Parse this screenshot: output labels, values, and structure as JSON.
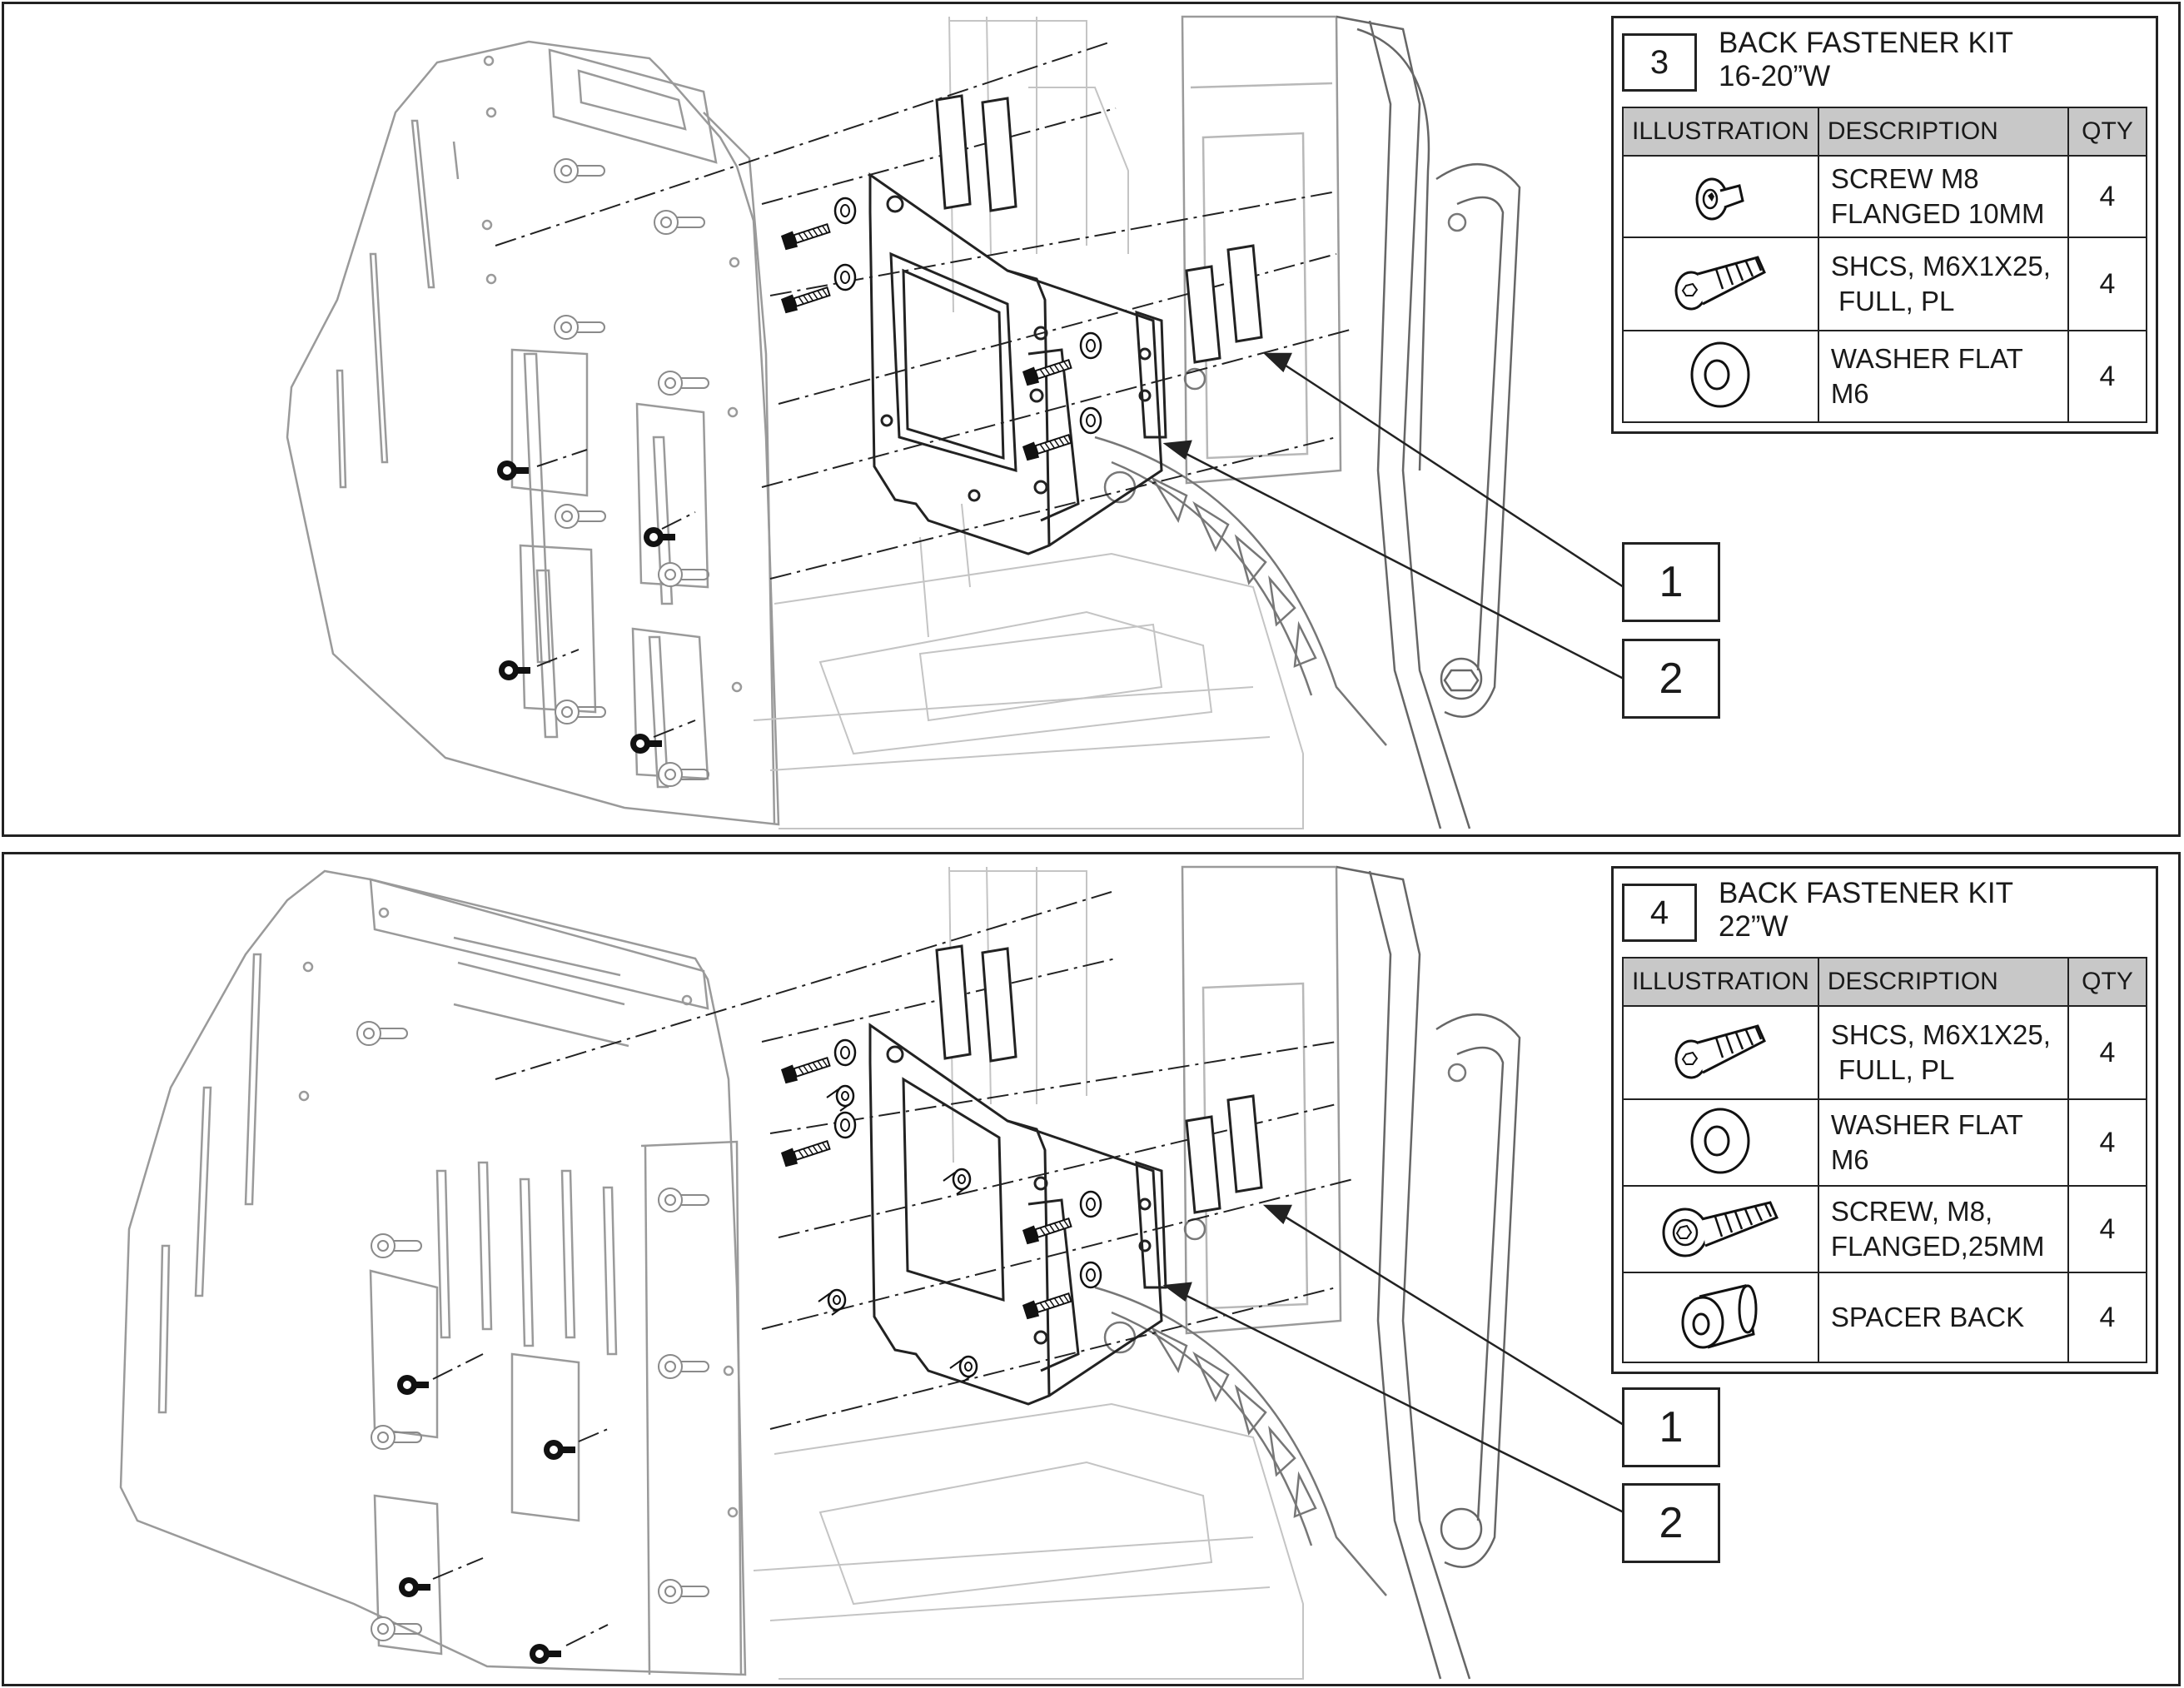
{
  "kits": [
    {
      "number": "3",
      "title_line1": "BACK FASTENER KIT",
      "title_line2": "16-20”W",
      "headers": {
        "illustration": "ILLUSTRATION",
        "description": "DESCRIPTION",
        "qty": "QTY"
      },
      "items": [
        {
          "icon": "flanged-screw-icon",
          "line1": "SCREW M8",
          "line2": "FLANGED 10MM",
          "qty": "4"
        },
        {
          "icon": "socket-head-screw-icon",
          "line1": "SHCS, M6X1X25,",
          "line2": " FULL, PL",
          "qty": "4"
        },
        {
          "icon": "flat-washer-icon",
          "line1": "WASHER FLAT",
          "line2": "M6",
          "qty": "4"
        }
      ],
      "callouts": [
        "1",
        "2"
      ]
    },
    {
      "number": "4",
      "title_line1": "BACK FASTENER KIT",
      "title_line2": "22”W",
      "headers": {
        "illustration": "ILLUSTRATION",
        "description": "DESCRIPTION",
        "qty": "QTY"
      },
      "items": [
        {
          "icon": "socket-head-screw-icon",
          "line1": "SHCS, M6X1X25,",
          "line2": " FULL, PL",
          "qty": "4"
        },
        {
          "icon": "flat-washer-icon",
          "line1": "WASHER FLAT",
          "line2": "M6",
          "qty": "4"
        },
        {
          "icon": "flanged-screw-long-icon",
          "line1": "SCREW, M8,",
          "line2": "FLANGED,25MM",
          "qty": "4"
        },
        {
          "icon": "spacer-icon",
          "line1": "SPACER BACK",
          "line2": "",
          "qty": "4"
        }
      ],
      "callouts": [
        "1",
        "2"
      ]
    }
  ]
}
